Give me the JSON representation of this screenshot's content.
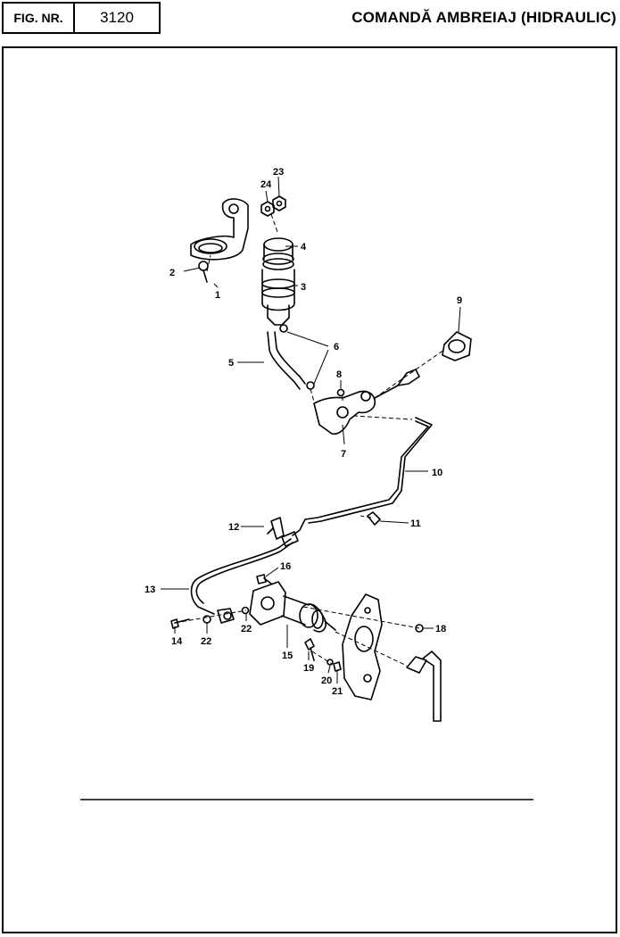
{
  "header": {
    "fig_label": "FIG. NR.",
    "fig_number": "3120",
    "title": "COMANDĂ AMBREIAJ (HIDRAULIC)"
  },
  "callouts": [
    "1",
    "2",
    "3",
    "4",
    "5",
    "6",
    "7",
    "8",
    "9",
    "10",
    "11",
    "12",
    "13",
    "14",
    "15",
    "16",
    "18",
    "19",
    "20",
    "21",
    "22",
    "22",
    "23",
    "24"
  ]
}
